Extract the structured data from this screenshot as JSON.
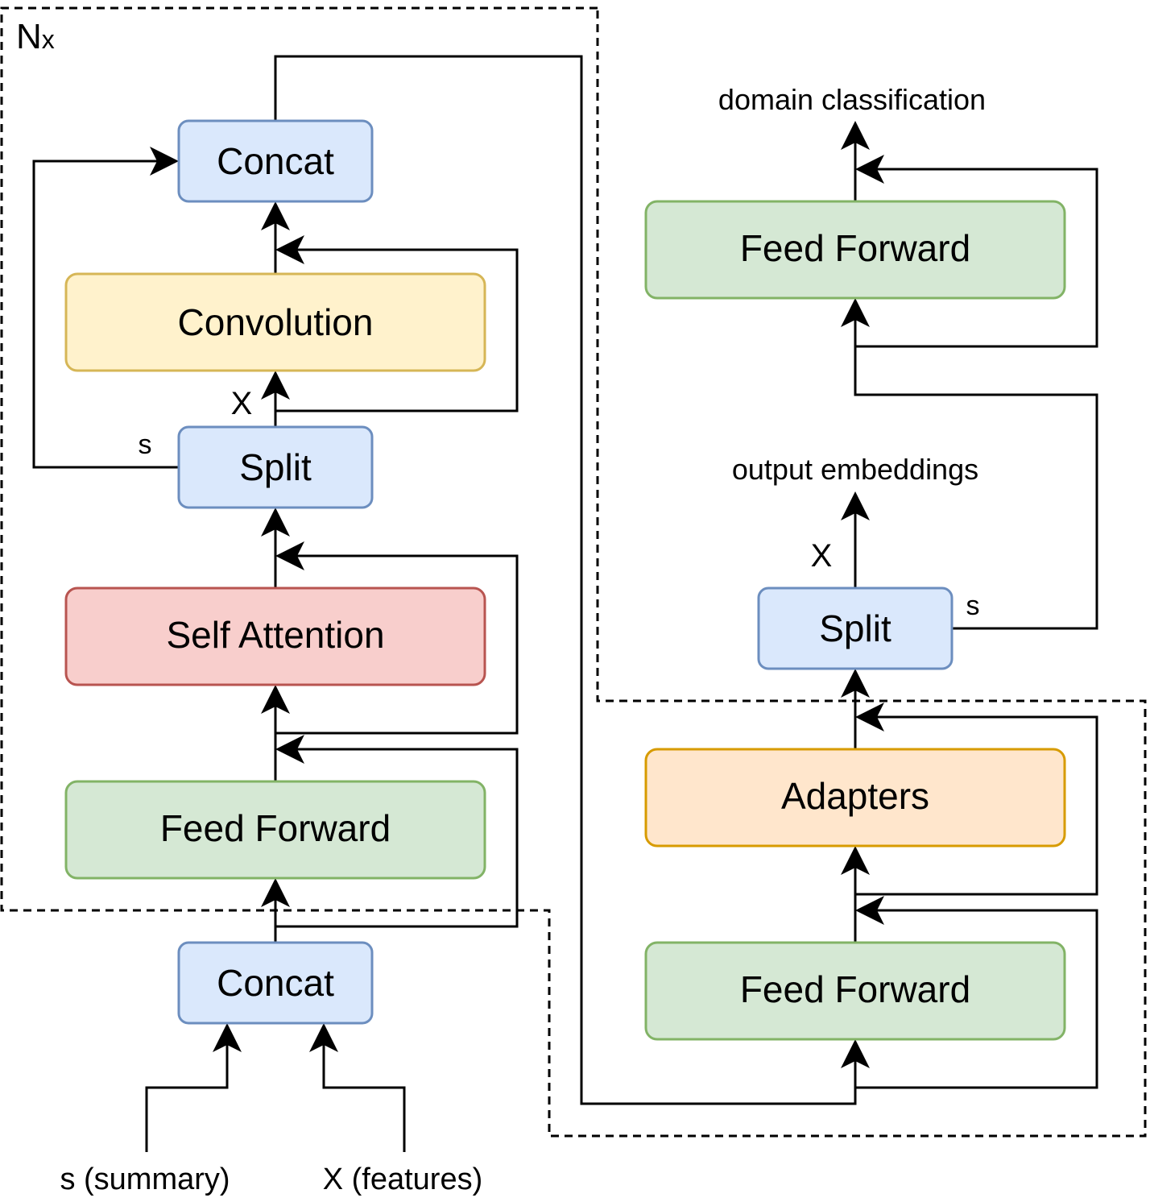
{
  "diagram": {
    "repeat_label": "N",
    "repeat_suffix": "x",
    "left_block": {
      "concat_top": "Concat",
      "convolution": "Convolution",
      "split": "Split",
      "self_attention": "Self Attention",
      "feed_forward": "Feed Forward",
      "split_x_label": "X",
      "split_s_label": "s"
    },
    "input_concat": "Concat",
    "inputs": {
      "summary": "s (summary)",
      "features": "X (features)"
    },
    "right_block": {
      "output_label": "domain classification",
      "feed_forward_top": "Feed Forward",
      "embeddings_label": "output embeddings",
      "split": "Split",
      "split_x_label": "X",
      "split_s_label": "s",
      "adapters": "Adapters",
      "feed_forward_bottom": "Feed Forward"
    },
    "colors": {
      "blue_fill": "#dae8fc",
      "blue_stroke": "#6c8ebf",
      "yellow_fill": "#fff2cc",
      "yellow_stroke": "#d6b656",
      "red_fill": "#f8cecc",
      "red_stroke": "#b85450",
      "green_fill": "#d5e8d4",
      "green_stroke": "#82b366",
      "orange_fill": "#ffe6cc",
      "orange_stroke": "#d79b00"
    }
  }
}
